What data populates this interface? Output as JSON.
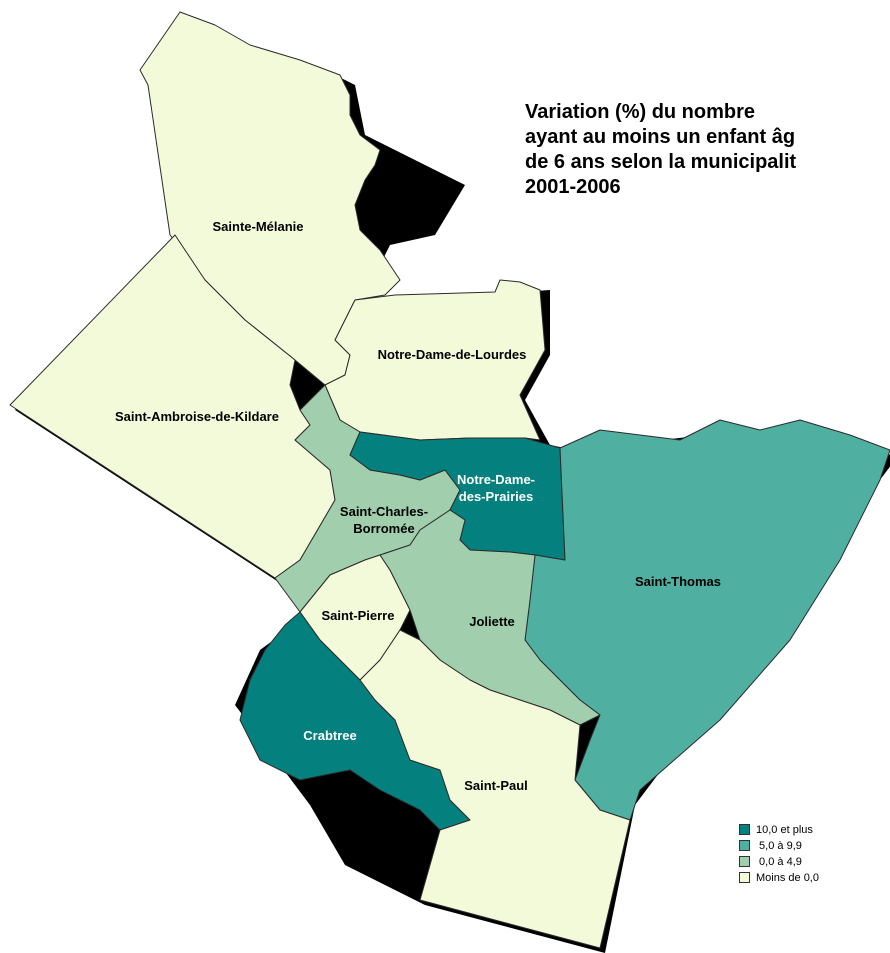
{
  "title": {
    "lines": [
      "Variation (%) du nombre",
      "ayant au moins un enfant âg",
      "de 6 ans selon la municipalit",
      "2001-2006"
    ]
  },
  "colors": {
    "c10plus": "#04817f",
    "c5to9": "#4fb0a1",
    "c0to4": "#a1cfae",
    "cNeg": "#f3fad9"
  },
  "legend": [
    {
      "label": "10,0 et plus",
      "class": "c10plus"
    },
    {
      "label": " 5,0 à 9,9",
      "class": "c5to9"
    },
    {
      "label": " 0,0 à 4,9",
      "class": "c0to4"
    },
    {
      "label": "Moins de 0,0",
      "class": "cNeg"
    }
  ],
  "regions": [
    {
      "key": "sainte-melanie",
      "label": [
        "Sainte-Mélanie"
      ],
      "class": "cNeg"
    },
    {
      "key": "saint-ambroise",
      "label": [
        "Saint-Ambroise-de-Kildare"
      ],
      "class": "cNeg"
    },
    {
      "key": "notre-dame-lourdes",
      "label": [
        "Notre-Dame-de-Lourdes"
      ],
      "class": "cNeg"
    },
    {
      "key": "saint-charles",
      "label": [
        "Saint-Charles-",
        "Borromée"
      ],
      "class": "c0to4"
    },
    {
      "key": "notre-dame-prairies",
      "label": [
        "Notre-Dame-",
        "des-Prairies"
      ],
      "class": "c10plus"
    },
    {
      "key": "saint-thomas",
      "label": [
        "Saint-Thomas"
      ],
      "class": "c5to9"
    },
    {
      "key": "saint-pierre",
      "label": [
        "Saint-Pierre"
      ],
      "class": "cNeg"
    },
    {
      "key": "joliette",
      "label": [
        "Joliette"
      ],
      "class": "c0to4"
    },
    {
      "key": "crabtree",
      "label": [
        "Crabtree"
      ],
      "class": "c10plus"
    },
    {
      "key": "saint-paul",
      "label": [
        "Saint-Paul"
      ],
      "class": "cNeg"
    }
  ]
}
